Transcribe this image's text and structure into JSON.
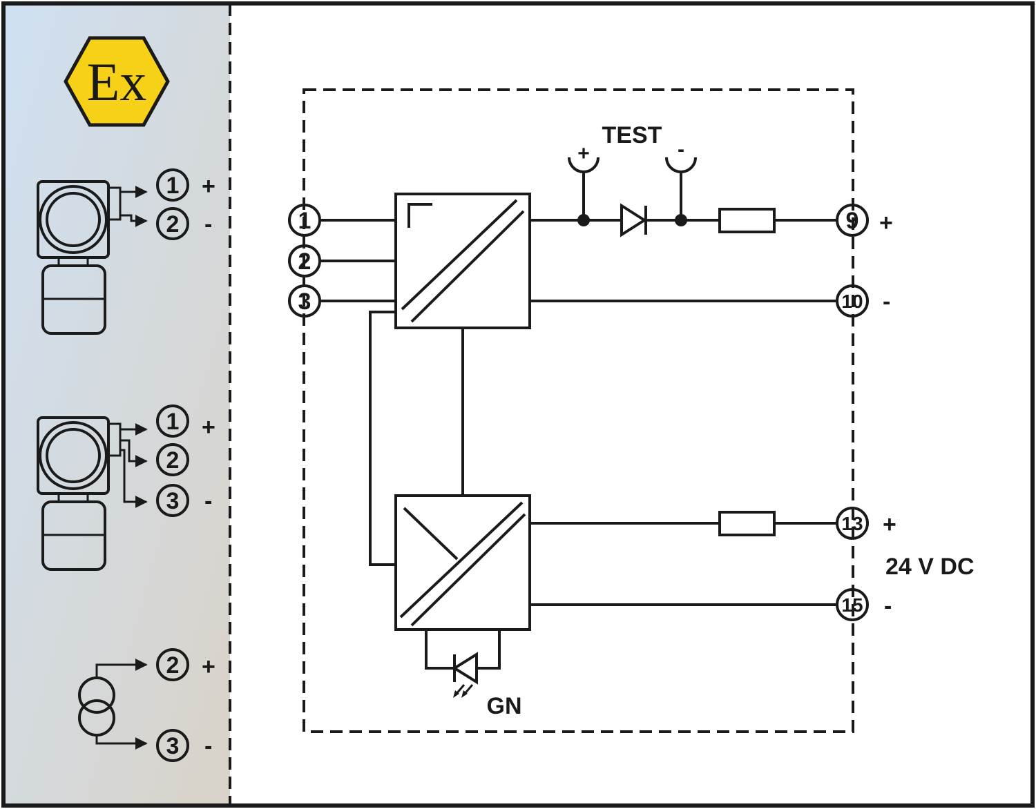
{
  "ex_mark": {
    "text": "Ex",
    "colors": {
      "fill": "#F7D117",
      "outline": "#1a1a1a"
    }
  },
  "hazard_zone": {
    "gradient_colors": [
      "#cfe0f2",
      "#d9d3c8"
    ]
  },
  "field_devices": {
    "two_wire_transmitter": {
      "terminals": [
        {
          "number": "1",
          "sign": "+"
        },
        {
          "number": "2",
          "sign": "-"
        }
      ]
    },
    "three_wire_transmitter": {
      "terminals": [
        {
          "number": "1",
          "sign": "+"
        },
        {
          "number": "2",
          "sign": ""
        },
        {
          "number": "3",
          "sign": "-"
        }
      ]
    },
    "current_source": {
      "terminals": [
        {
          "number": "2",
          "sign": "+"
        },
        {
          "number": "3",
          "sign": "-"
        }
      ]
    }
  },
  "module": {
    "input_terminals": [
      "1",
      "2",
      "3"
    ],
    "test_label": "TEST",
    "test_plus": "+",
    "test_minus": "-",
    "output_terminals": [
      {
        "number": "9",
        "sign": "+"
      },
      {
        "number": "10",
        "sign": "-"
      }
    ],
    "supply_terminals": [
      {
        "number": "13",
        "sign": "+"
      },
      {
        "number": "15",
        "sign": "-"
      }
    ],
    "supply_label": "24 V DC",
    "led_label": "GN"
  }
}
